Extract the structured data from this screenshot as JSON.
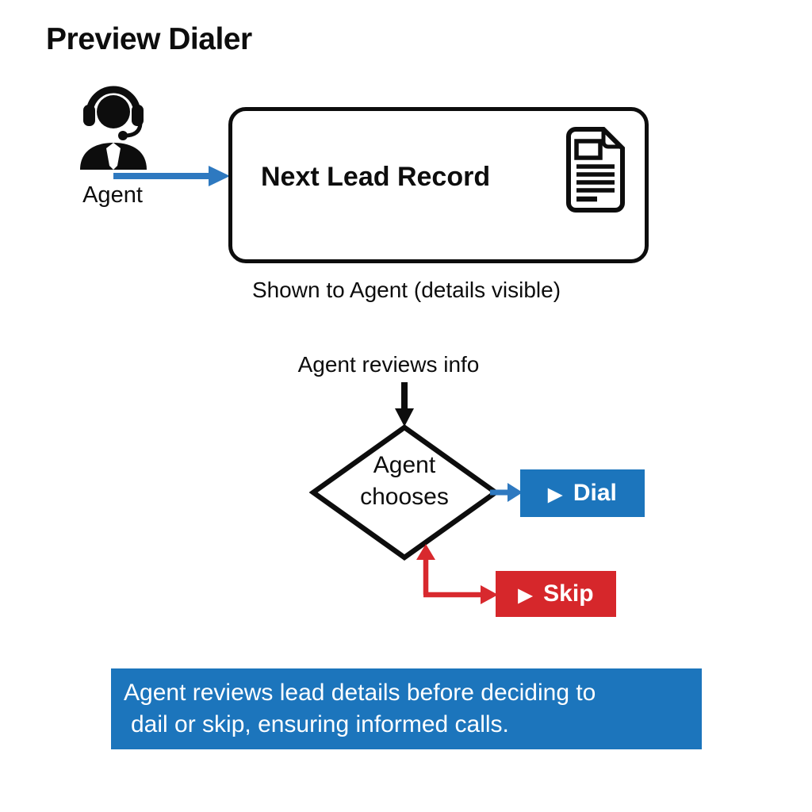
{
  "title": "Preview Dialer",
  "agent": {
    "label": "Agent",
    "icon": "agent-headset-icon"
  },
  "lead_box": {
    "label": "Next Lead Record",
    "icon": "document-icon"
  },
  "caption": "Shown to Agent (details visible)",
  "flow": {
    "review_label": "Agent reviews info",
    "decision": {
      "line1": "Agent",
      "line2": "chooses"
    },
    "dial": {
      "play_icon": "▶",
      "label": "Dial"
    },
    "skip": {
      "play_icon": "▶",
      "label": "Skip"
    }
  },
  "banner": {
    "line1": "Agent reviews lead details before deciding to",
    "line2": "dail or skip, ensuring informed calls."
  },
  "colors": {
    "blue": "#1C75BC",
    "red": "#D6272B",
    "arrow_blue": "#2E79C0",
    "arrow_red": "#D8292E",
    "black": "#0D0D0D"
  }
}
